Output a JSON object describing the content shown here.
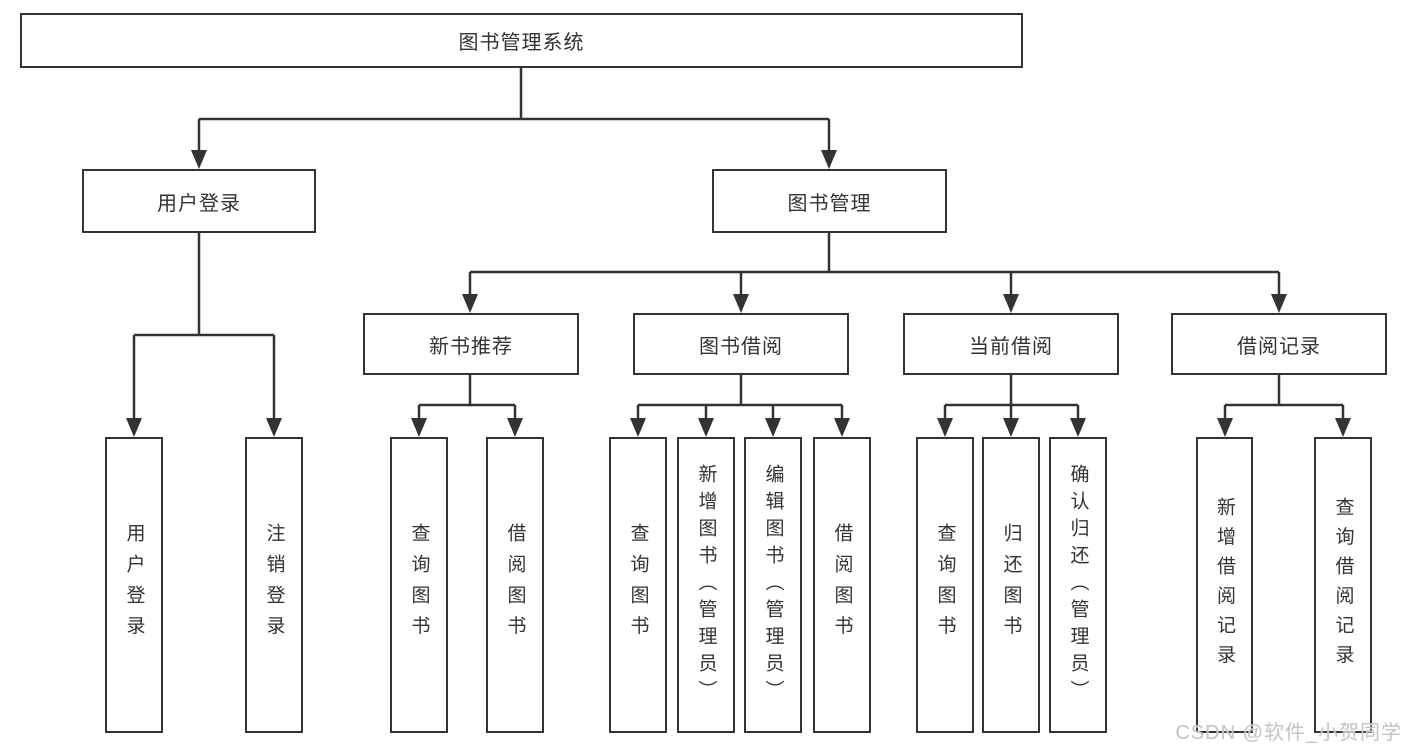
{
  "diagram_title": "图书管理系统",
  "tree": {
    "root": {
      "label": "图书管理系统"
    },
    "branches": [
      {
        "label": "用户登录",
        "children": [
          {
            "label": "用户登录"
          },
          {
            "label": "注销登录"
          }
        ]
      },
      {
        "label": "图书管理",
        "children": [
          {
            "label": "新书推荐",
            "children": [
              {
                "label": "查询图书"
              },
              {
                "label": "借阅图书"
              }
            ]
          },
          {
            "label": "图书借阅",
            "children": [
              {
                "label": "查询图书"
              },
              {
                "label": "新增图书（管理员）"
              },
              {
                "label": "编辑图书（管理员）"
              },
              {
                "label": "借阅图书"
              }
            ]
          },
          {
            "label": "当前借阅",
            "children": [
              {
                "label": "查询图书"
              },
              {
                "label": "归还图书"
              },
              {
                "label": "确认归还（管理员）"
              }
            ]
          },
          {
            "label": "借阅记录",
            "children": [
              {
                "label": "新增借阅记录"
              },
              {
                "label": "查询借阅记录"
              }
            ]
          }
        ]
      }
    ]
  },
  "watermark": {
    "text": "CSDN @软件_小贺同学"
  },
  "colors": {
    "line": "#333333",
    "box_border": "#333333",
    "text": "#333333",
    "watermark": "#c3c3c3",
    "background": "#ffffff"
  }
}
